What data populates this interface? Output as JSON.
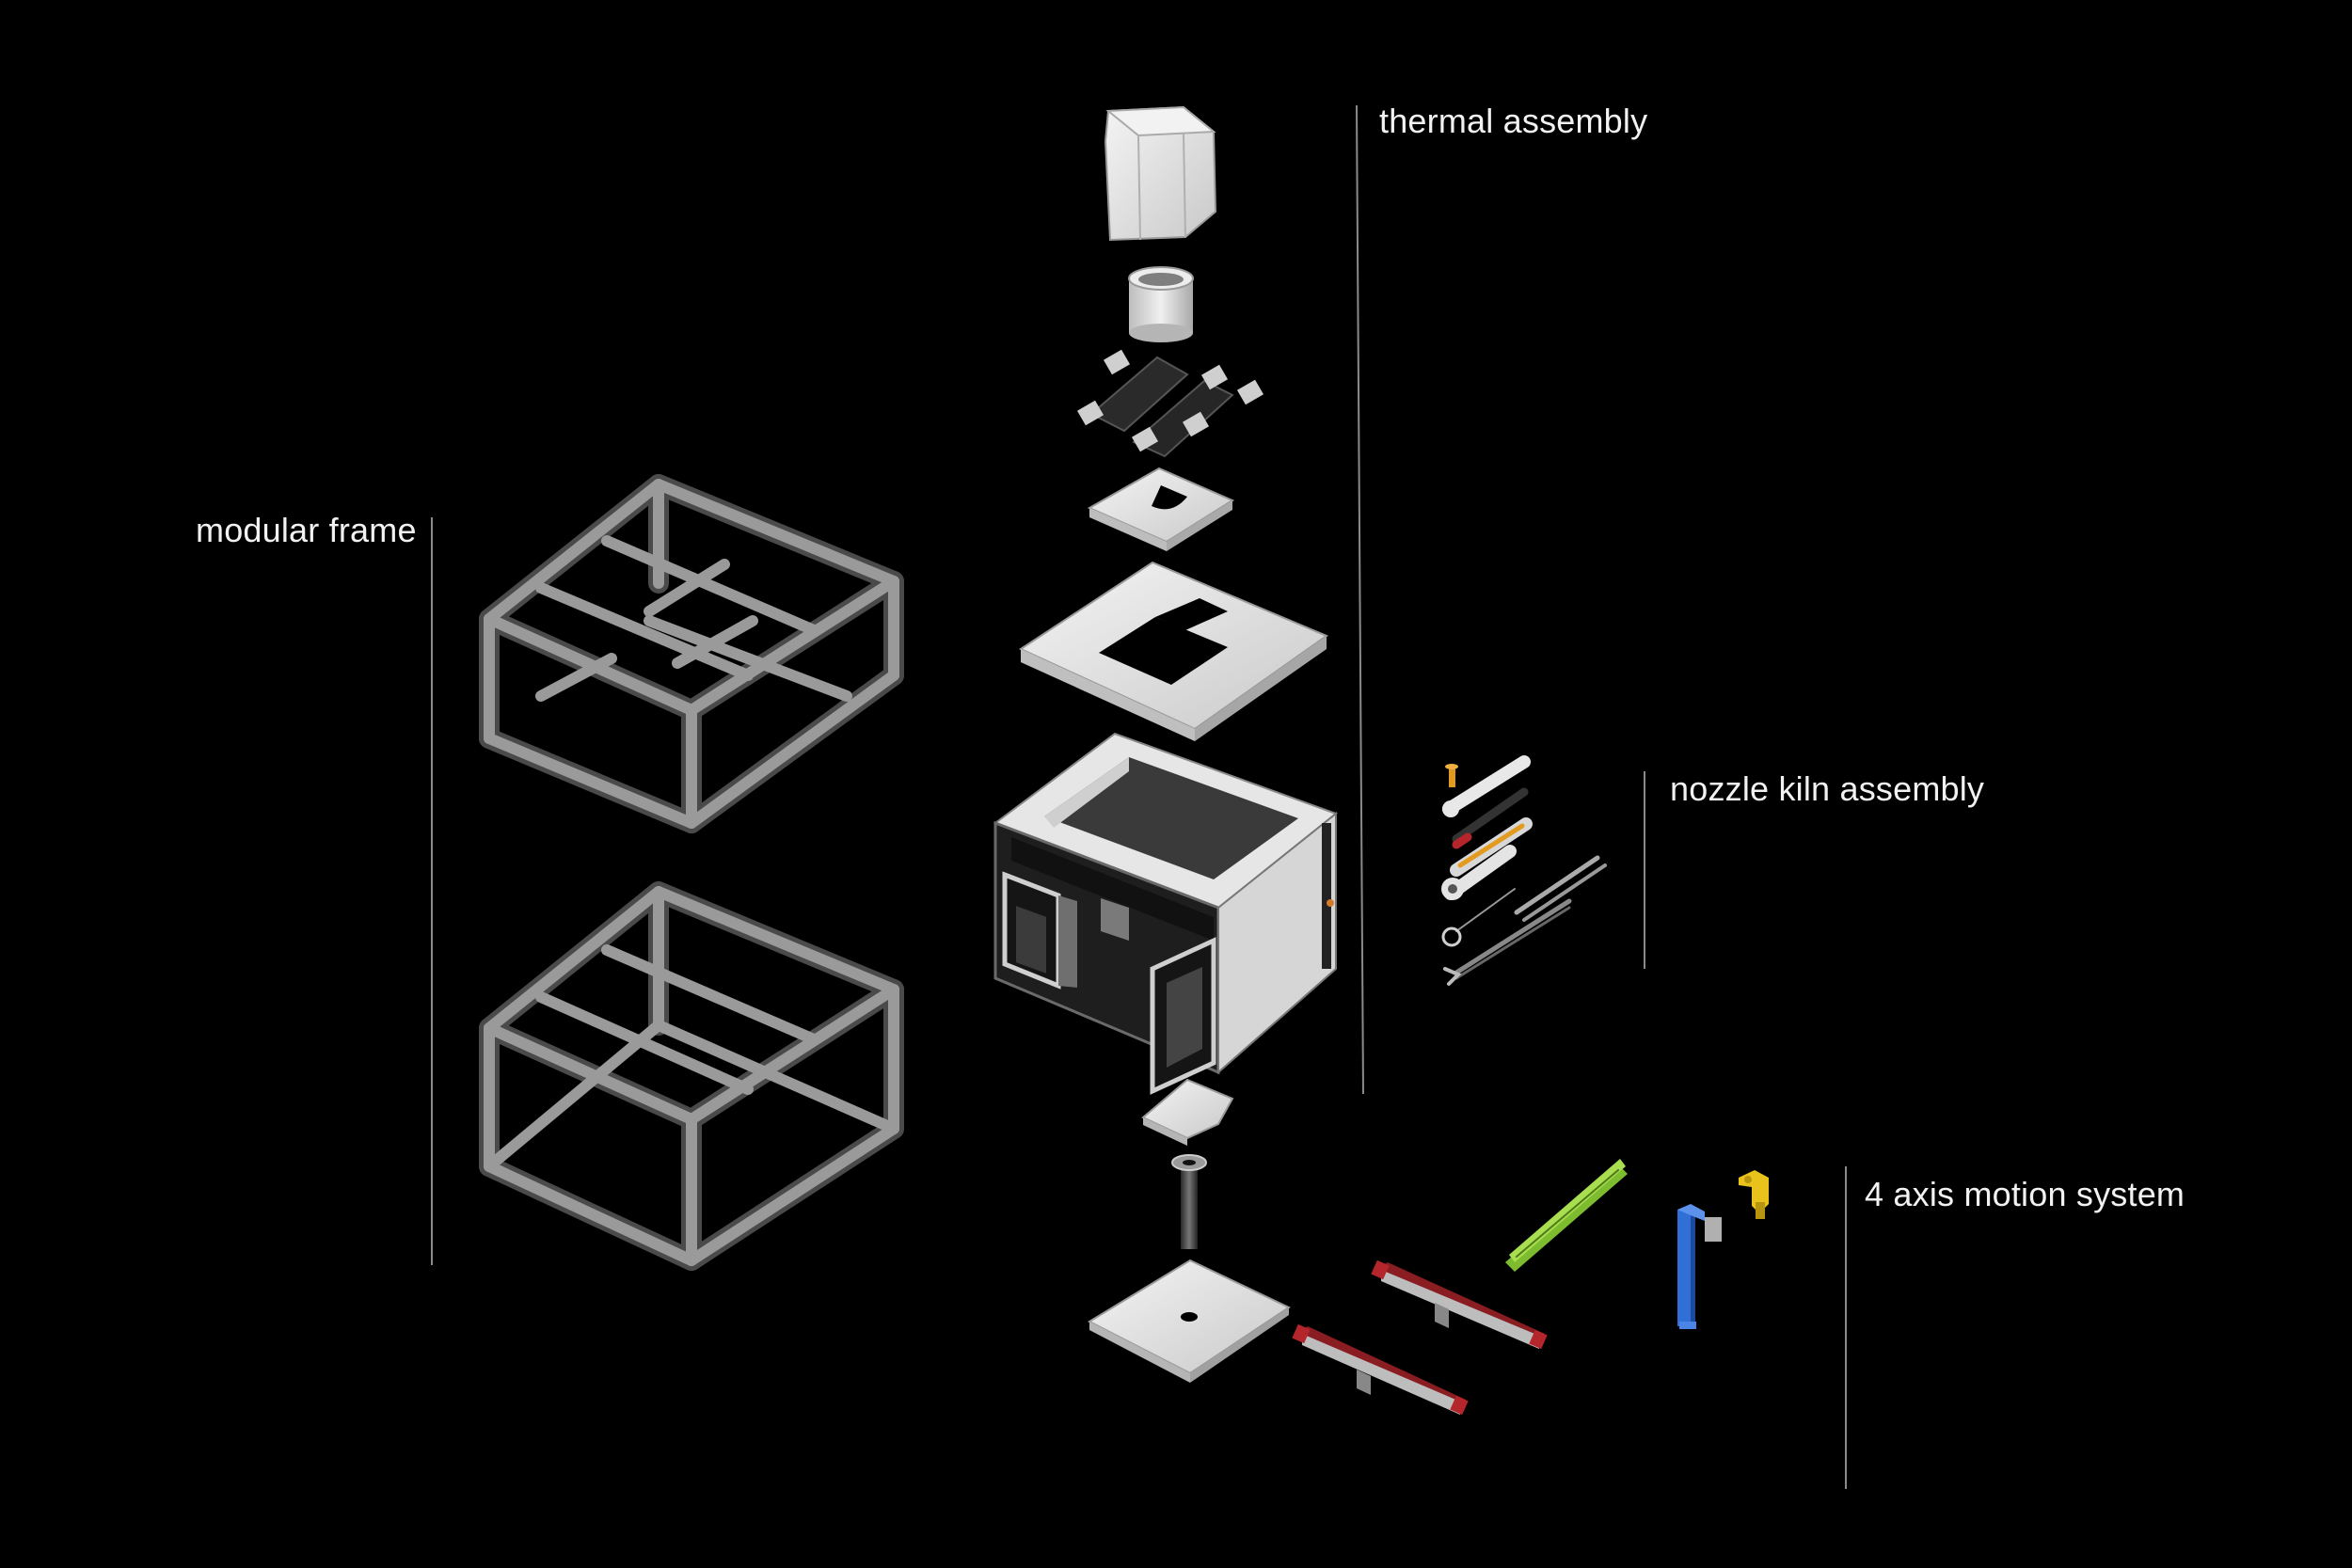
{
  "labels": {
    "modular_frame": "modular frame",
    "thermal_assembly": "thermal assembly",
    "nozzle_kiln_assembly": "nozzle kiln assembly",
    "motion_system": "4 axis motion system"
  },
  "colors": {
    "background": "#000000",
    "text": "#f2f2f2",
    "divider": "#8a8a8a",
    "frame_metal": "#8c8c8c",
    "ceramic_white": "#e6e6e6",
    "rail_red": "#a8262c",
    "rail_green": "#7dbb2f",
    "rail_blue": "#2f6fd6",
    "part_yellow": "#e9c21c",
    "part_orange": "#e39b1f"
  }
}
